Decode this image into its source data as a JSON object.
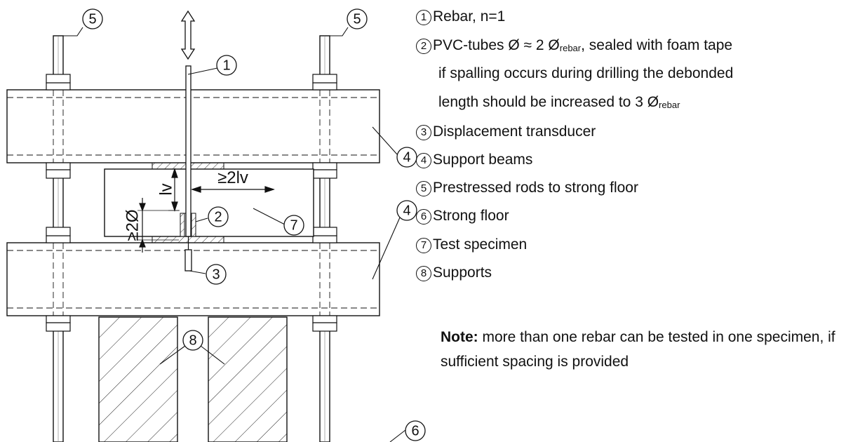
{
  "diagram": {
    "callouts": {
      "c1": "1",
      "c2": "2",
      "c3": "3",
      "c4a": "4",
      "c4b": "4",
      "c5a": "5",
      "c5b": "5",
      "c6": "6",
      "c7": "7",
      "c8": "8"
    },
    "dimensions": {
      "lv": "lv",
      "two_lv": "≥2lv",
      "two_d": "≥2Ø"
    }
  },
  "legend": {
    "items": [
      {
        "num": "1",
        "text": "Rebar, n=1"
      },
      {
        "num": "2",
        "text": "PVC-tubes Ø ≈ 2 Ø",
        "sub": "rebar",
        "text2": ", sealed with foam tape"
      },
      {
        "num": "",
        "text": "if spalling occurs during drilling the debonded"
      },
      {
        "num": "",
        "text": "length should be increased to 3 Ø",
        "sub": "rebar"
      },
      {
        "num": "3",
        "text": "Displacement transducer"
      },
      {
        "num": "4",
        "text": "Support beams"
      },
      {
        "num": "5",
        "text": "Prestressed rods to strong floor"
      },
      {
        "num": "6",
        "text": "Strong floor"
      },
      {
        "num": "7",
        "text": "Test specimen"
      },
      {
        "num": "8",
        "text": "Supports"
      }
    ],
    "note": {
      "bold": "Note:",
      "text": " more than one rebar can be tested in one specimen, if sufficient spacing is provided"
    }
  }
}
